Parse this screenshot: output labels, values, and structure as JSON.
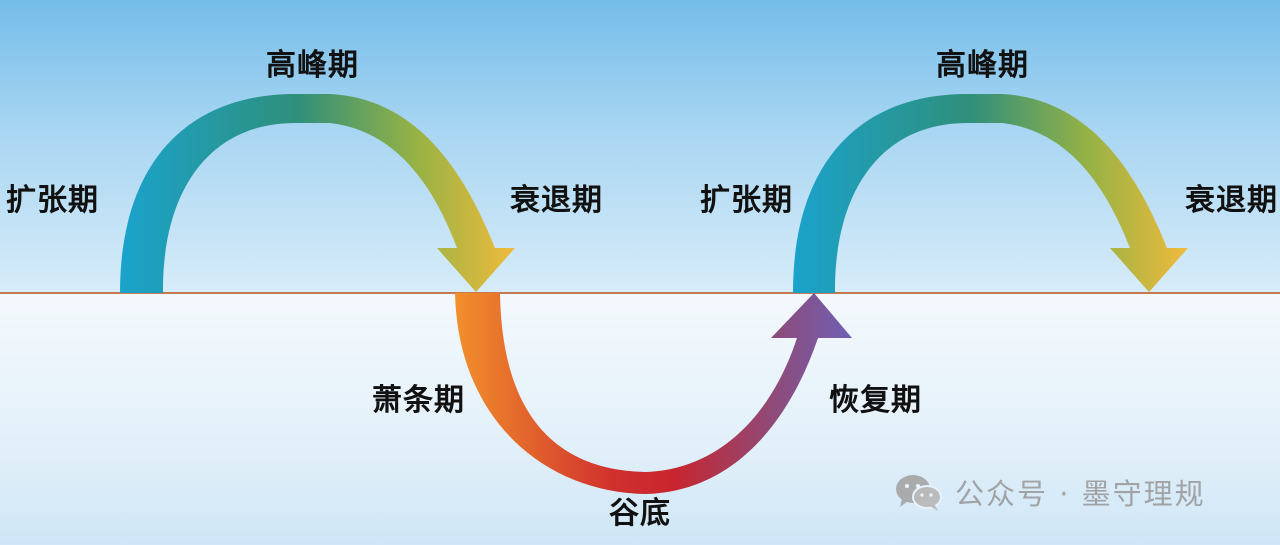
{
  "labels": {
    "peak_1": "高峰期",
    "expansion_1": "扩张期",
    "recession_1": "衰退期",
    "depression": "萧条期",
    "trough": "谷底",
    "recovery": "恢复期",
    "peak_2": "高峰期",
    "expansion_2": "扩张期",
    "recession_2": "衰退期"
  },
  "watermark": {
    "icon": "wechat-icon",
    "text": "公众号 · 墨守理规"
  },
  "colors": {
    "sky_top": "#74bde9",
    "sky_horizon": "#d7ecf9",
    "baseline": "#c77a52",
    "arrow_upper_start": "#1aa3cc",
    "arrow_upper_mid": "#2f8f7a",
    "arrow_upper_end": "#f0bb3c",
    "arrow_lower_start": "#f2902c",
    "arrow_lower_mid": "#c8252e",
    "arrow_lower_end": "#6f60b4"
  }
}
